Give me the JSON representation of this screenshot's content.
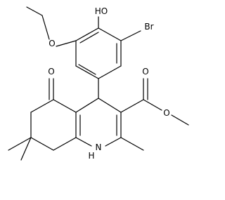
{
  "diagram": {
    "type": "skeletal-structure",
    "atom_labels": {
      "hydroxyl": "HO",
      "bromine": "Br",
      "ether_oxygen": "O",
      "ketone_oxygen": "O",
      "ester_carbonyl_oxygen": "O",
      "ester_alkoxy_oxygen": "O",
      "ring_nitrogen": "H\nN",
      "nh_h": "H",
      "nh_n": "N"
    },
    "colors": {
      "bond": "#000000",
      "text": "#000000",
      "background": "#ffffff"
    }
  }
}
